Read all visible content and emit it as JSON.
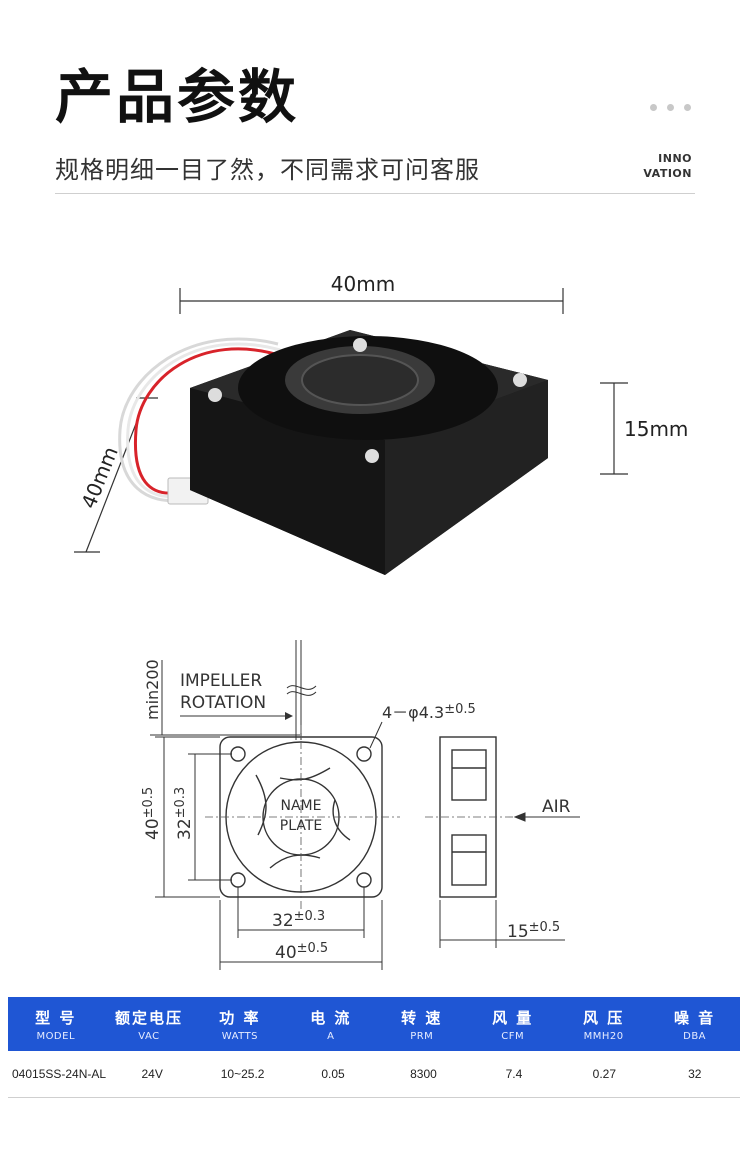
{
  "header": {
    "title": "产品参数",
    "subtitle": "规格明细一目了然，不同需求可问客服",
    "badge_line1": "INNO",
    "badge_line2": "VATION"
  },
  "photo": {
    "width_label": "40mm",
    "depth_label": "40mm",
    "height_label": "15mm"
  },
  "drawing": {
    "impeller_line1": "IMPELLER",
    "impeller_line2": "ROTATION",
    "lead_length": "min200",
    "hole_spec": "4－φ4.3",
    "hole_tol": "±0.5",
    "air_label": "AIR",
    "outer_side": "40",
    "outer_side_tol": "±0.5",
    "hole_pitch": "32",
    "hole_pitch_tol": "±0.3",
    "nameplate_line1": "NAME",
    "nameplate_line2": "PLATE",
    "thickness": "15",
    "thickness_tol": "±0.5"
  },
  "table": {
    "headers": [
      {
        "zh": "型 号",
        "en": "MODEL"
      },
      {
        "zh": "额定电压",
        "en": "VAC"
      },
      {
        "zh": "功 率",
        "en": "WATTS"
      },
      {
        "zh": "电 流",
        "en": "A"
      },
      {
        "zh": "转 速",
        "en": "PRM"
      },
      {
        "zh": "风 量",
        "en": "CFM"
      },
      {
        "zh": "风 压",
        "en": "MMH20"
      },
      {
        "zh": "噪 音",
        "en": "DBA"
      }
    ],
    "row": [
      "04015SS-24N-AL",
      "24V",
      "10~25.2",
      "0.05",
      "8300",
      "7.4",
      "0.27",
      "32"
    ]
  },
  "colors": {
    "header_bg": "#1f56d4",
    "fan_body": "#1c1c1c"
  }
}
